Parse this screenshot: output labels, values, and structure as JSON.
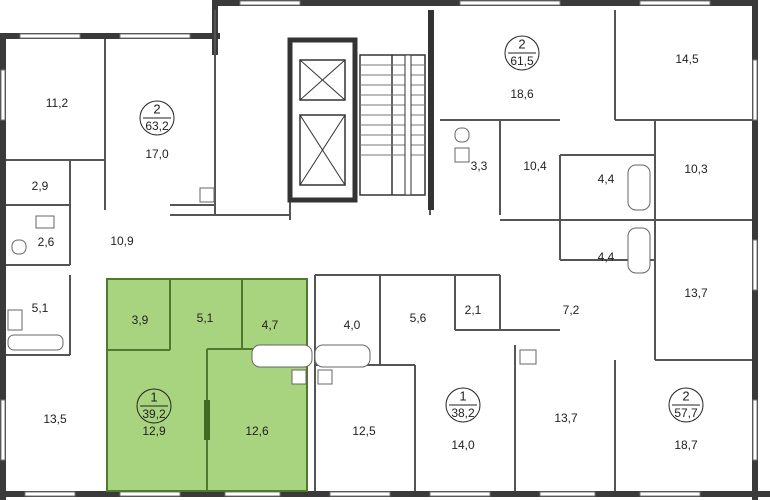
{
  "highlight_color": "#a8d37f",
  "highlight_wall_color": "#4f7a2d",
  "wall_color": "#3a3a3a",
  "apartments": [
    {
      "id": "apt-left-top",
      "number": "2",
      "area": "63,2"
    },
    {
      "id": "apt-highlighted",
      "number": "1",
      "area": "39,2"
    },
    {
      "id": "apt-mid-bottom",
      "number": "1",
      "area": "38,2"
    },
    {
      "id": "apt-right-top",
      "number": "2",
      "area": "61,5"
    },
    {
      "id": "apt-right-bottom",
      "number": "2",
      "area": "57,7"
    }
  ],
  "rooms": {
    "r11_2": "11,2",
    "r17_0": "17,0",
    "r2_9": "2,9",
    "r2_6": "2,6",
    "r10_9": "10,9",
    "r5_1a": "5,1",
    "r13_5": "13,5",
    "r3_9": "3,9",
    "r5_1b": "5,1",
    "r4_7": "4,7",
    "r12_9": "12,9",
    "r12_6": "12,6",
    "r4_0": "4,0",
    "r5_6": "5,6",
    "r2_1": "2,1",
    "r12_5": "12,5",
    "r14_0": "14,0",
    "r7_2": "7,2",
    "r13_7a": "13,7",
    "r18_6": "18,6",
    "r3_3": "3,3",
    "r10_4": "10,4",
    "r4_4a": "4,4",
    "r4_4b": "4,4",
    "r10_3": "10,3",
    "r14_5": "14,5",
    "r13_7b": "13,7",
    "r18_7": "18,7"
  }
}
